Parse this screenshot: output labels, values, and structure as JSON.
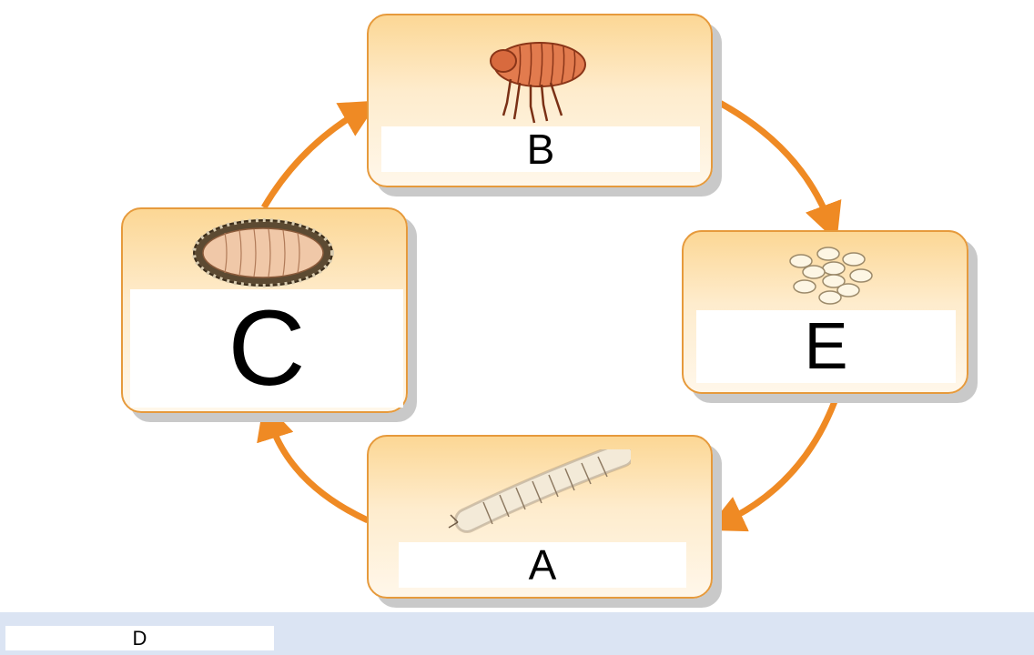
{
  "stages": {
    "top": {
      "label": "B",
      "icon": "adult-flea"
    },
    "right": {
      "label": "E",
      "icon": "eggs"
    },
    "bottom": {
      "label": "A",
      "icon": "larva"
    },
    "left": {
      "label": "C",
      "icon": "pupa-cocoon"
    }
  },
  "answer_bar": {
    "label": "D"
  },
  "colors": {
    "arrow": "#ef8a24",
    "card_border": "#e69a3c",
    "bar": "#dbe4f3"
  }
}
